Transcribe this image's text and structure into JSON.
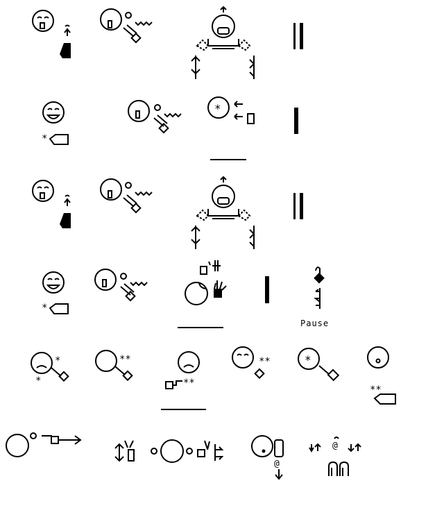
{
  "colors": {
    "ink": "#000000",
    "background": "#ffffff"
  },
  "labels": {
    "pause": "Pause"
  },
  "rows": [
    {
      "signs": [
        "face-sign",
        "face-hand-sign",
        "facial-expression-sign",
        "double-bar"
      ]
    },
    {
      "signs": [
        "smile-sign",
        "face-hand-sign",
        "star-face-sign",
        "single-bar"
      ]
    },
    {
      "signs": [
        "face-sign",
        "face-hand-sign",
        "facial-expression-sign",
        "double-bar"
      ]
    },
    {
      "signs": [
        "smile-sign",
        "face-hand-sign",
        "head-hand-sign",
        "single-bar",
        "pause-sign"
      ]
    },
    {
      "signs": [
        "face-sign",
        "face-sign",
        "face-sign",
        "face-sign",
        "star-face-sign",
        "face-sign"
      ]
    },
    {
      "signs": [
        "head-arrow-sign",
        "two-heads-sign",
        "face-hand-sign",
        "arrows-sign"
      ]
    }
  ]
}
